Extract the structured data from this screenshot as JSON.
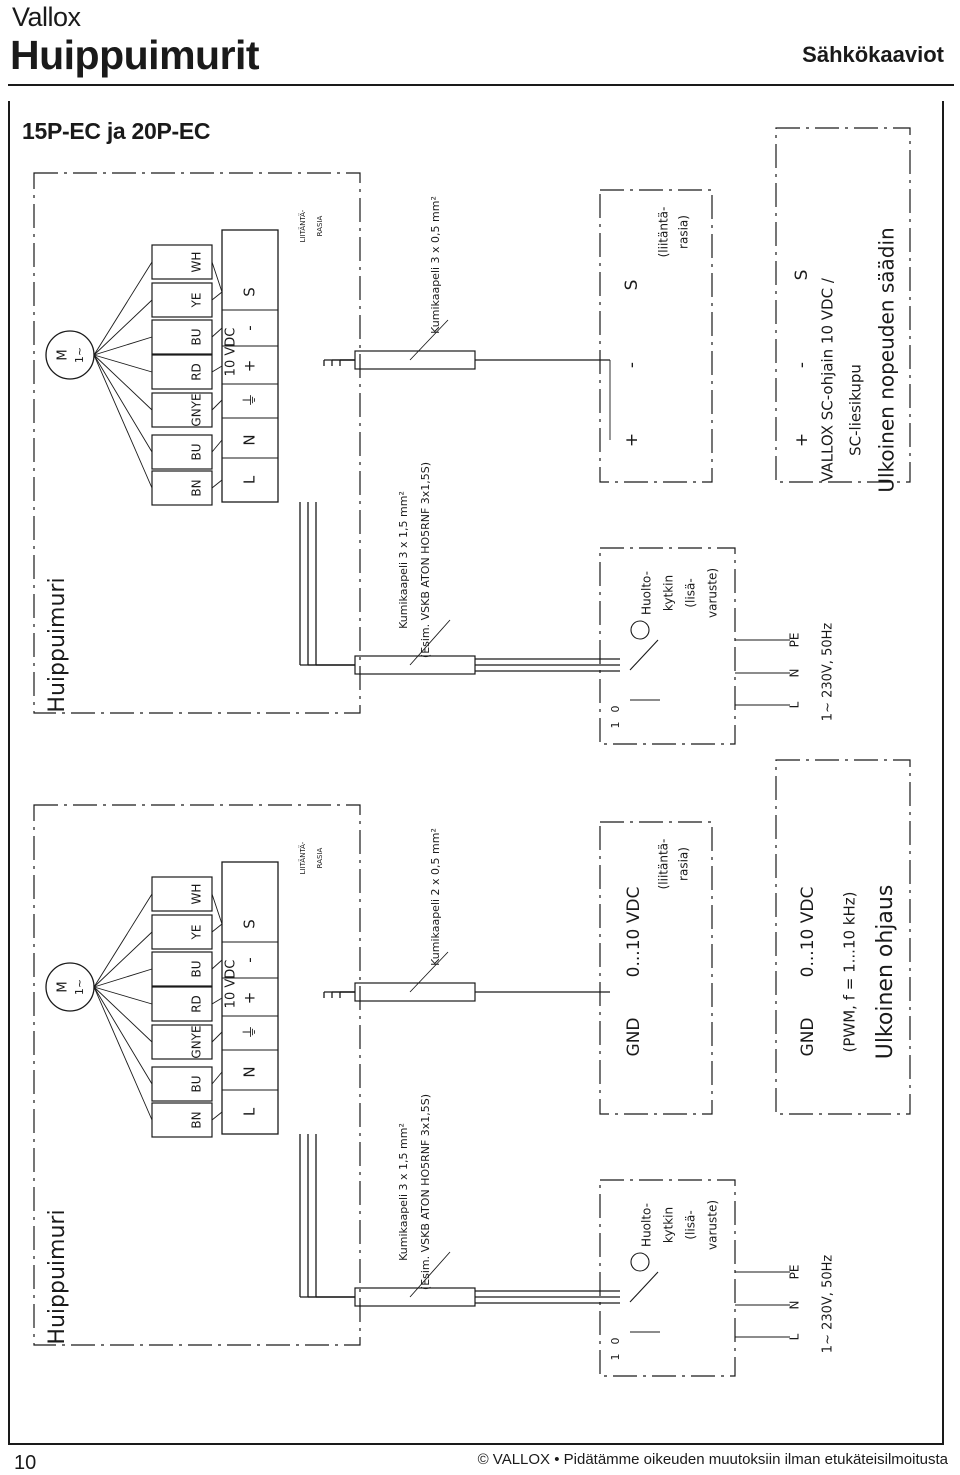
{
  "header": {
    "brand": "Vallox",
    "title": "Huippuimurit",
    "doc_type": "Sähkökaaviot"
  },
  "section_title": "15P-EC ja 20P-EC",
  "page_number": "10",
  "footer": "© VALLOX • Pidätämme oikeuden muutoksiin ilman etukäteisilmoitusta",
  "diagrams": [
    {
      "fan_box_label": "Huippuimuri",
      "motor_label": "M",
      "motor_phase": "1~",
      "wire_colors": [
        "BN",
        "BU",
        "GNYE",
        "RD",
        "BU",
        "YE",
        "WH"
      ],
      "terminals": [
        "L",
        "N",
        "⏚",
        "+",
        "-",
        "S"
      ],
      "terminal_voltage": "10 VDC",
      "junction_box_lines": [
        "LIITÄNTÄ-",
        "RASIA"
      ],
      "power_cable": [
        "Kumikaapeli 3 x 1,5 mm²",
        "(Esim. VSKB ATON HO5RNF 3x1,5S)"
      ],
      "signal_cable": "Kumikaapeli 3 x 0,5 mm²",
      "switch_positions": [
        "1",
        "0"
      ],
      "service_switch_lines": [
        "Huolto-",
        "kytkin",
        "(lisä-",
        "varuste)"
      ],
      "supply_terminals": [
        "L",
        "N",
        "PE"
      ],
      "supply_voltage": "1~ 230V, 50Hz",
      "control_box_terminals": [
        "+",
        "-",
        "S"
      ],
      "control_box_label": [
        "(liitäntä-",
        "rasia)"
      ],
      "controller_terminals": [
        "+",
        "-",
        "S"
      ],
      "controller_lines": [
        "VALLOX SC-ohjain 10 VDC /",
        "SC-liesikupu",
        "Ulkoinen nopeuden säädin"
      ]
    },
    {
      "fan_box_label": "Huippuimuri",
      "motor_label": "M",
      "motor_phase": "1~",
      "wire_colors": [
        "BN",
        "BU",
        "GNYE",
        "RD",
        "BU",
        "YE",
        "WH"
      ],
      "terminals": [
        "L",
        "N",
        "⏚",
        "+",
        "-",
        "S"
      ],
      "terminal_voltage": "10 VDC",
      "junction_box_lines": [
        "LIITÄNTÄ-",
        "RASIA"
      ],
      "power_cable": [
        "Kumikaapeli 3 x 1,5 mm²",
        "(Esim. VSKB ATON HO5RNF 3x1,5S)"
      ],
      "signal_cable": "Kumikaapeli 2 x 0,5 mm²",
      "switch_positions": [
        "1",
        "0"
      ],
      "service_switch_lines": [
        "Huolto-",
        "kytkin",
        "(lisä-",
        "varuste)"
      ],
      "supply_terminals": [
        "L",
        "N",
        "PE"
      ],
      "supply_voltage": "1~ 230V, 50Hz",
      "control_box_terminals": [
        "GND",
        "0...10 VDC"
      ],
      "control_box_label": [
        "(liitäntä-",
        "rasia)"
      ],
      "controller_terminals": [
        "GND",
        "0...10 VDC"
      ],
      "controller_lines": [
        "(PWM, f = 1...10 kHz)",
        "Ulkoinen ohjaus"
      ]
    }
  ]
}
